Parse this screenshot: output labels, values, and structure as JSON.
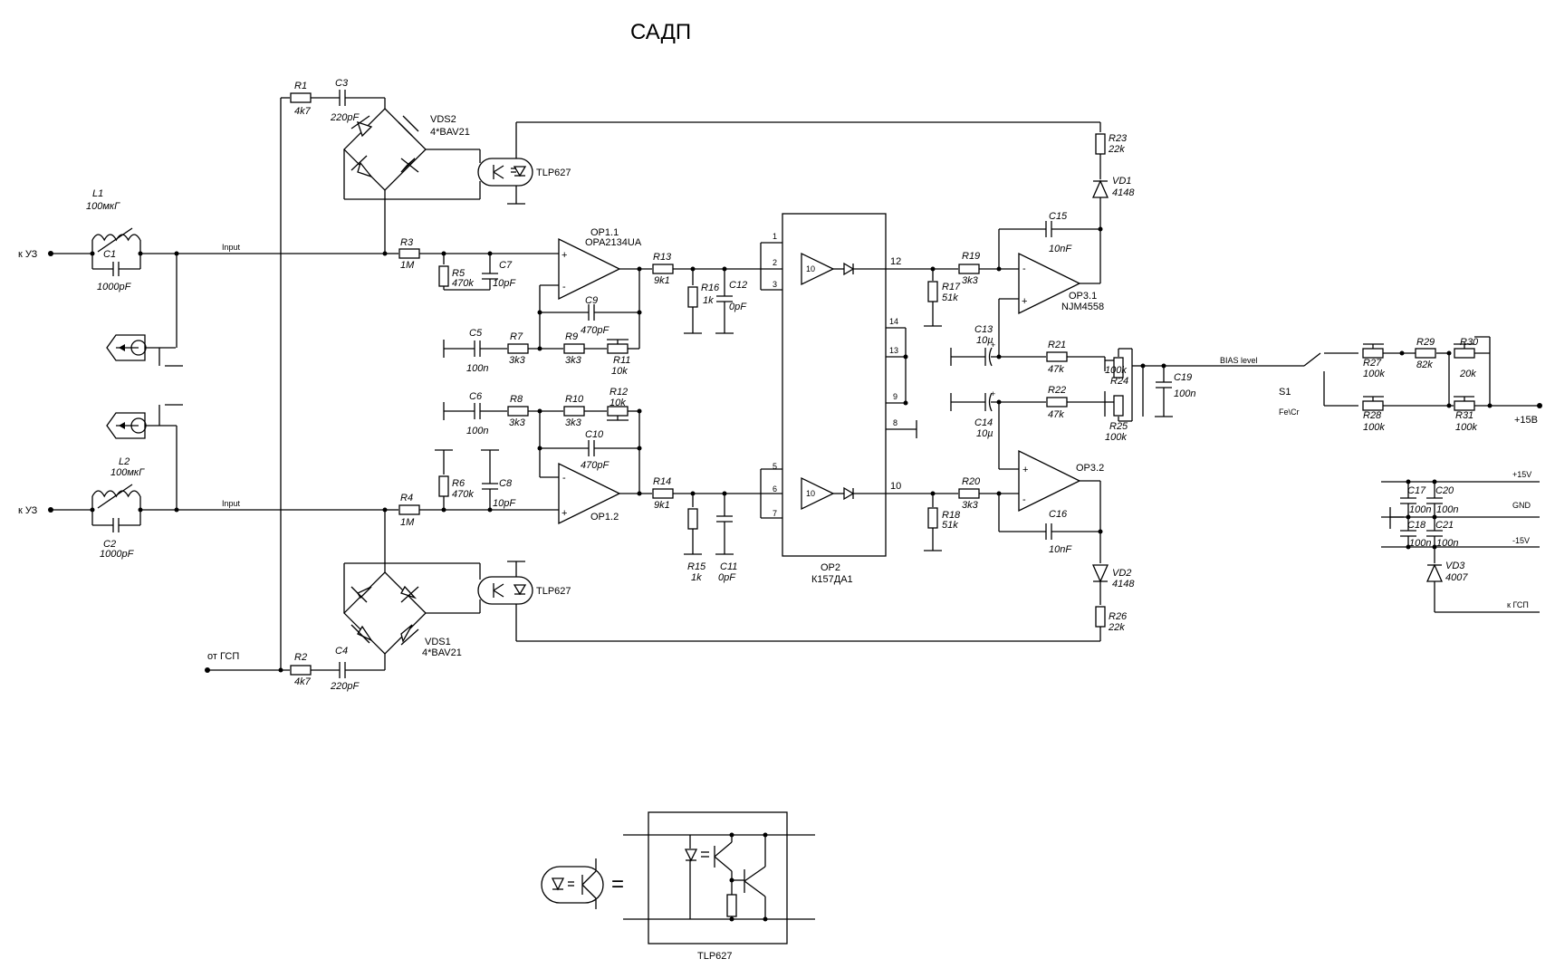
{
  "title": "САДП",
  "nets": {
    "input_top": "Input",
    "input_bottom": "Input",
    "bias": "BIAS level",
    "to_uz_1": "к УЗ",
    "to_uz_2": "к УЗ",
    "from_gsp": "от ГСП",
    "to_gsp": "к ГСП",
    "p15_out": "+15В",
    "p15": "+15V",
    "gnd": "GND",
    "m15": "-15V"
  },
  "components": {
    "R1": {
      "ref": "R1",
      "val": "4k7"
    },
    "C3": {
      "ref": "C3",
      "val": "220pF"
    },
    "VDS2": {
      "ref": "VDS2",
      "val": "4*BAV21"
    },
    "U_top": {
      "ref": "TLP627"
    },
    "L1": {
      "ref": "L1",
      "val": "100мкГ"
    },
    "C1": {
      "ref": "C1",
      "val": "1000pF"
    },
    "R3": {
      "ref": "R3",
      "val": "1M"
    },
    "R5": {
      "ref": "R5",
      "val": "470k"
    },
    "C7": {
      "ref": "C7",
      "val": "10pF"
    },
    "OP11": {
      "ref": "OP1.1",
      "val": "OPA2134UA"
    },
    "C9": {
      "ref": "C9",
      "val": "470pF"
    },
    "C5": {
      "ref": "C5",
      "val": "100n"
    },
    "R7": {
      "ref": "R7",
      "val": "3k3"
    },
    "R9": {
      "ref": "R9",
      "val": "3k3"
    },
    "R11": {
      "ref": "R11",
      "val": "10k"
    },
    "R13": {
      "ref": "R13",
      "val": "9k1"
    },
    "R16": {
      "ref": "R16",
      "val": "1k"
    },
    "C12": {
      "ref": "C12",
      "val": "0pF"
    },
    "OP2": {
      "ref": "OP2",
      "val": "К157ДА1"
    },
    "R23": {
      "ref": "R23",
      "val": "22k"
    },
    "VD1": {
      "ref": "VD1",
      "val": "4148"
    },
    "C15": {
      "ref": "C15",
      "val": "10nF"
    },
    "R19": {
      "ref": "R19",
      "val": "3k3"
    },
    "R17": {
      "ref": "R17",
      "val": "51k"
    },
    "OP31": {
      "ref": "OP3.1",
      "val": "NJM4558"
    },
    "C13": {
      "ref": "C13",
      "val": "10µ"
    },
    "R21": {
      "ref": "R21",
      "val": "47k"
    },
    "R24": {
      "ref": "R24",
      "val": "100k"
    },
    "C19": {
      "ref": "C19",
      "val": "100n"
    },
    "R22": {
      "ref": "R22",
      "val": "47k"
    },
    "R25": {
      "ref": "R25",
      "val": "100k"
    },
    "C14": {
      "ref": "C14",
      "val": "10µ"
    },
    "R27": {
      "ref": "R27",
      "val": "100k"
    },
    "R29": {
      "ref": "R29",
      "val": "82k"
    },
    "R30": {
      "ref": "R30",
      "val": "20k"
    },
    "R28": {
      "ref": "R28",
      "val": "100k"
    },
    "R31": {
      "ref": "R31",
      "val": "100k"
    },
    "S1": {
      "ref": "S1",
      "val": "Fe\\Cr"
    },
    "C6": {
      "ref": "C6",
      "val": "100n"
    },
    "R8": {
      "ref": "R8",
      "val": "3k3"
    },
    "R10": {
      "ref": "R10",
      "val": "3k3"
    },
    "R12": {
      "ref": "R12",
      "val": "10k"
    },
    "C10": {
      "ref": "C10",
      "val": "470pF"
    },
    "R6": {
      "ref": "R6",
      "val": "470k"
    },
    "C8": {
      "ref": "C8",
      "val": "10pF"
    },
    "L2": {
      "ref": "L2",
      "val": "100мкГ"
    },
    "C2": {
      "ref": "C2",
      "val": "1000pF"
    },
    "R4": {
      "ref": "R4",
      "val": "1M"
    },
    "OP12": {
      "ref": "OP1.2"
    },
    "R14": {
      "ref": "R14",
      "val": "9k1"
    },
    "R15": {
      "ref": "R15",
      "val": "1k"
    },
    "C11": {
      "ref": "C11",
      "val": "0pF"
    },
    "R18": {
      "ref": "R18",
      "val": "51k"
    },
    "R20": {
      "ref": "R20",
      "val": "3k3"
    },
    "OP32": {
      "ref": "OP3.2"
    },
    "C16": {
      "ref": "C16",
      "val": "10nF"
    },
    "VD2": {
      "ref": "VD2",
      "val": "4148"
    },
    "R26": {
      "ref": "R26",
      "val": "22k"
    },
    "VDS1": {
      "ref": "VDS1",
      "val": "4*BAV21"
    },
    "U_bot": {
      "ref": "TLP627"
    },
    "R2": {
      "ref": "R2",
      "val": "4k7"
    },
    "C4": {
      "ref": "C4",
      "val": "220pF"
    },
    "C17": {
      "ref": "C17",
      "val": "100n"
    },
    "C20": {
      "ref": "C20",
      "val": "100n"
    },
    "C18": {
      "ref": "C18",
      "val": "100n"
    },
    "C21": {
      "ref": "C21",
      "val": "100n"
    },
    "VD3": {
      "ref": "VD3",
      "val": "4007"
    }
  },
  "pins": {
    "p1": "1",
    "p2": "2",
    "p3": "3",
    "p5": "5",
    "p6": "6",
    "p7": "7",
    "p8": "8",
    "p9": "9",
    "p10": "10",
    "p12": "12",
    "p13": "13",
    "p14": "14"
  },
  "gain": "10",
  "opamp_signs": {
    "plus": "+",
    "minus": "-"
  },
  "legend": {
    "equals": "=",
    "part": "TLP627"
  }
}
